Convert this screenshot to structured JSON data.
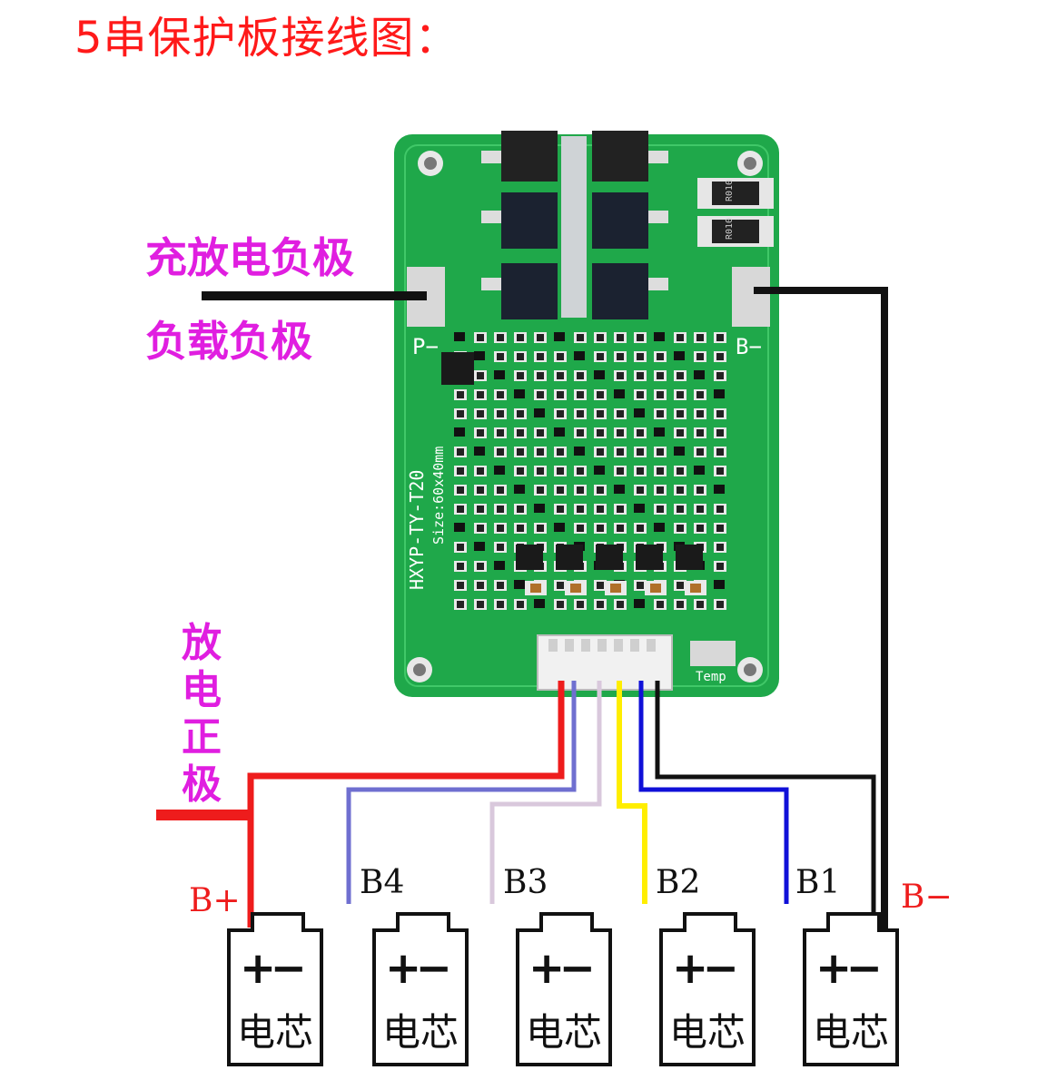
{
  "title": "5串保护板接线图：",
  "labels": {
    "charge_load_negative": "充放电负极",
    "load_negative": "负载负极",
    "discharge_positive": [
      "放",
      "电",
      "正",
      "极"
    ],
    "b_plus": "B+",
    "b4": "B4",
    "b3": "B3",
    "b2": "B2",
    "b1": "B1",
    "b_minus": "B−"
  },
  "board": {
    "model": "HXYP-TY-T20",
    "size": "Size:60x40mm",
    "pad_p": "P−",
    "pad_b": "B−",
    "temp": "Temp",
    "resistor_code": "R010"
  },
  "cells": [
    {
      "plus": "+",
      "minus": "−",
      "name": "电芯"
    },
    {
      "plus": "+",
      "minus": "−",
      "name": "电芯"
    },
    {
      "plus": "+",
      "minus": "−",
      "name": "电芯"
    },
    {
      "plus": "+",
      "minus": "−",
      "name": "电芯"
    },
    {
      "plus": "+",
      "minus": "−",
      "name": "电芯"
    }
  ],
  "colors": {
    "title": "#ff1a1a",
    "annotation": "#e01ee0",
    "pcb": "#1fa84a",
    "wire_red": "#ee1c1c",
    "wire_b4": "#6f6fd0",
    "wire_b3": "#d9c8dc",
    "wire_b2": "#ffee00",
    "wire_b1": "#1010d8",
    "wire_black": "#111111"
  }
}
